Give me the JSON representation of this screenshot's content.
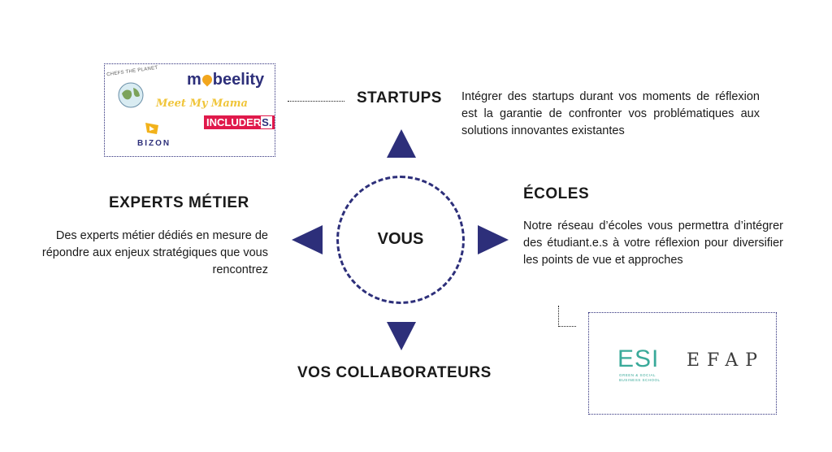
{
  "center": {
    "label": "VOUS"
  },
  "startups": {
    "heading": "STARTUPS",
    "text": "Intégrer des startups durant vos moments de réflexion est la garantie de confronter vos problématiques aux solutions innovantes existantes",
    "logos": {
      "planet": "CHEFS THE PLANET",
      "mobeelity_a": "m",
      "mobeelity_b": "beelity",
      "meetmymama": "Meet My Mama",
      "includers_a": "INCLUDER",
      "includers_b": "S.",
      "bizon": "BIZON"
    }
  },
  "ecoles": {
    "heading": "ÉCOLES",
    "text": "Notre réseau d’écoles vous permettra d’intégrer des étudiant.e.s à votre réflexion pour diversifier les points de vue et approches",
    "logos": {
      "esi": "ESI",
      "esi_sub1": "GREEN & SOCIAL",
      "esi_sub2": "BUSINESS SCHOOL",
      "efap": "EFAP"
    }
  },
  "experts": {
    "heading": "EXPERTS MÉTIER",
    "text": "Des experts métier dédiés en mesure de répondre aux enjeux stratégiques que vous rencontrez"
  },
  "collaborateurs": {
    "heading": "VOS COLLABORATEURS"
  },
  "colors": {
    "navy": "#2d2f7a",
    "ink": "#1a1a1a"
  }
}
